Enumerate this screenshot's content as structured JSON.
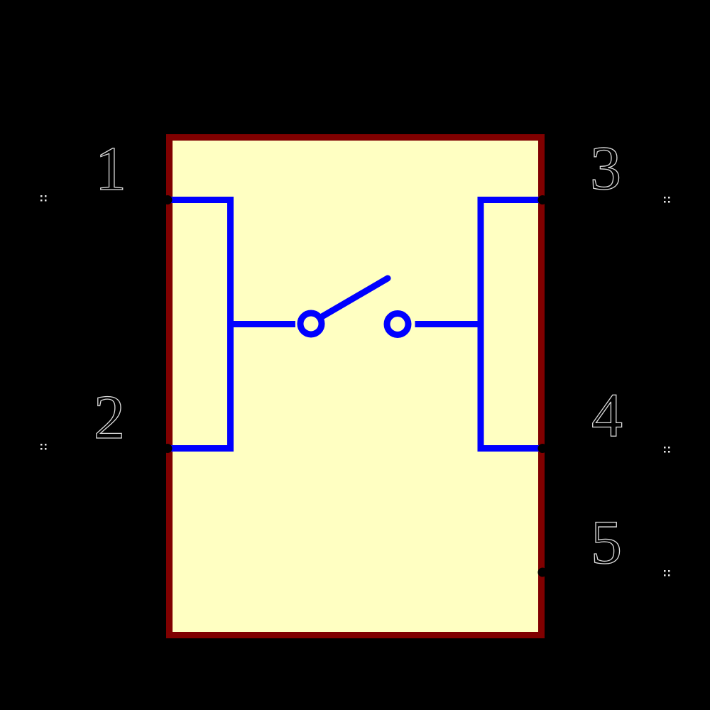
{
  "colors": {
    "background": "#000000",
    "body_fill": "#ffffc2",
    "body_outline": "#800000",
    "graphics_blue": "#0000ff",
    "pin_black": "#000000",
    "label_fill": "#000000",
    "label_outline": "#dcdcdc",
    "marker_dots": "#e8e8e8"
  },
  "symbol": {
    "graphic": "open-switch-contact",
    "pins": [
      {
        "number": "1",
        "side": "left"
      },
      {
        "number": "2",
        "side": "left"
      },
      {
        "number": "3",
        "side": "right"
      },
      {
        "number": "4",
        "side": "right"
      },
      {
        "number": "5",
        "side": "right"
      }
    ]
  }
}
